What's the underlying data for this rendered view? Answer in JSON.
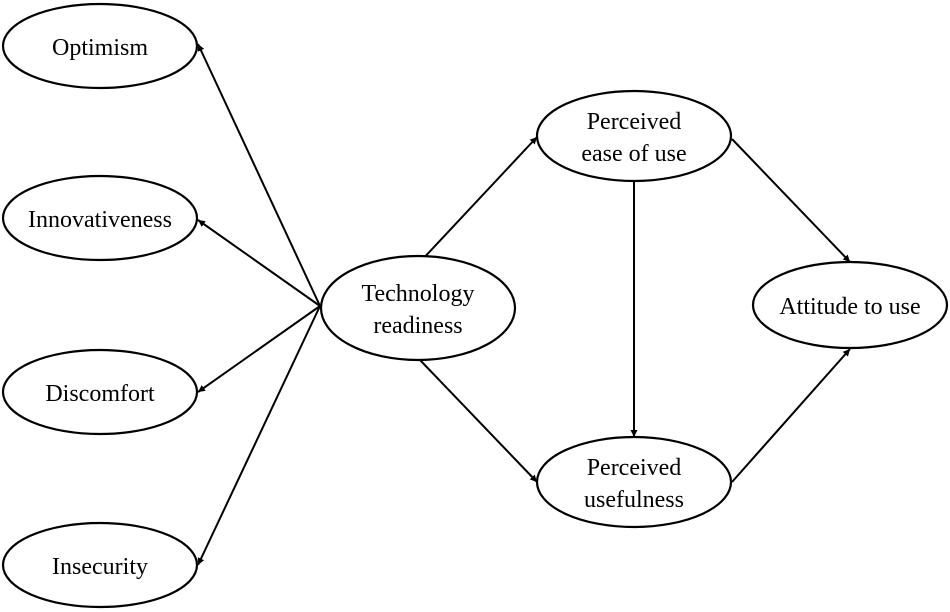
{
  "diagram": {
    "nodes": {
      "optimism": {
        "lines": [
          "Optimism"
        ]
      },
      "innovativeness": {
        "lines": [
          "Innovativeness"
        ]
      },
      "discomfort": {
        "lines": [
          "Discomfort"
        ]
      },
      "insecurity": {
        "lines": [
          "Insecurity"
        ]
      },
      "technology_readiness": {
        "lines": [
          "Technology",
          "readiness"
        ]
      },
      "perceived_ease_of_use": {
        "lines": [
          "Perceived",
          "ease of use"
        ]
      },
      "perceived_usefulness": {
        "lines": [
          "Perceived",
          "usefulness"
        ]
      },
      "attitude_to_use": {
        "lines": [
          "Attitude to use"
        ]
      }
    },
    "edges": [
      {
        "from": "technology_readiness",
        "to": "optimism"
      },
      {
        "from": "technology_readiness",
        "to": "innovativeness"
      },
      {
        "from": "technology_readiness",
        "to": "discomfort"
      },
      {
        "from": "technology_readiness",
        "to": "insecurity"
      },
      {
        "from": "technology_readiness",
        "to": "perceived_ease_of_use"
      },
      {
        "from": "technology_readiness",
        "to": "perceived_usefulness"
      },
      {
        "from": "perceived_ease_of_use",
        "to": "perceived_usefulness"
      },
      {
        "from": "perceived_ease_of_use",
        "to": "attitude_to_use"
      },
      {
        "from": "perceived_usefulness",
        "to": "attitude_to_use"
      }
    ]
  }
}
